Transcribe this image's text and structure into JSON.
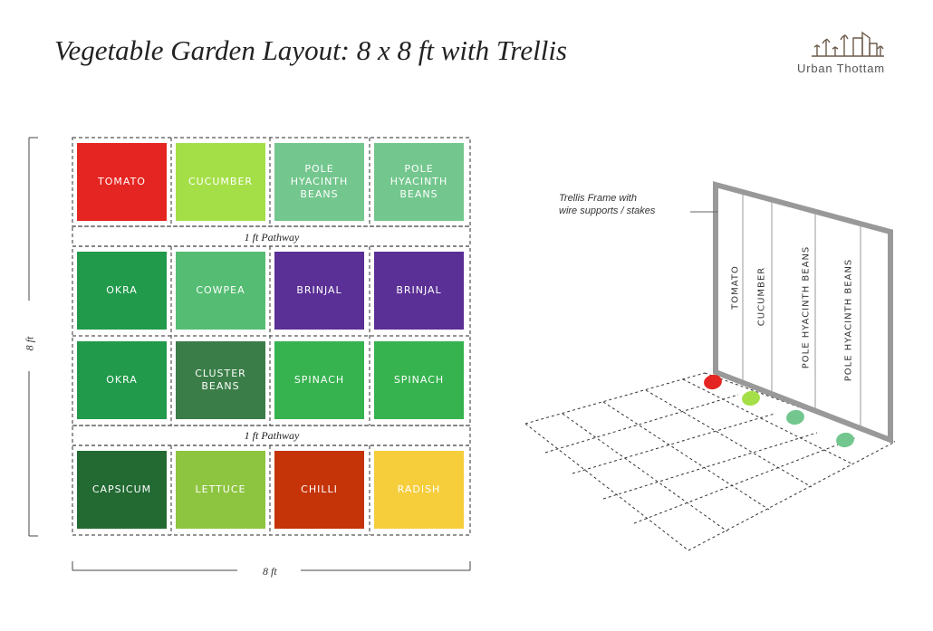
{
  "title": "Vegetable Garden Layout: 8 x 8 ft with Trellis",
  "logo": {
    "text": "Urban Thottam",
    "icon": "plants-and-buildings-icon"
  },
  "dimensions": {
    "height_label": "8 ft",
    "width_label": "8 ft"
  },
  "pathways": [
    "1 ft Pathway",
    "1 ft Pathway"
  ],
  "rows": [
    [
      {
        "label": "TOMATO",
        "color": "#e52521"
      },
      {
        "label": "CUCUMBER",
        "color": "#a5df47"
      },
      {
        "label": "POLE HYACINTH BEANS",
        "color": "#73c78e"
      },
      {
        "label": "POLE HYACINTH BEANS",
        "color": "#73c78e"
      }
    ],
    [
      {
        "label": "OKRA",
        "color": "#219a4b"
      },
      {
        "label": "COWPEA",
        "color": "#55bd73"
      },
      {
        "label": "BRINJAL",
        "color": "#5a2f96"
      },
      {
        "label": "BRINJAL",
        "color": "#5a2f96"
      }
    ],
    [
      {
        "label": "OKRA",
        "color": "#219a4b"
      },
      {
        "label": "CLUSTER BEANS",
        "color": "#3a7d48"
      },
      {
        "label": "SPINACH",
        "color": "#36b34f"
      },
      {
        "label": "SPINACH",
        "color": "#36b34f"
      }
    ],
    [
      {
        "label": "CAPSICUM",
        "color": "#226a32"
      },
      {
        "label": "LETTUCE",
        "color": "#8dc540"
      },
      {
        "label": "CHILLI",
        "color": "#c53309"
      },
      {
        "label": "RADISH",
        "color": "#f6cd3b"
      }
    ]
  ],
  "trellis": {
    "label_line1": "Trellis Frame with",
    "label_line2": "wire supports / stakes",
    "crops": [
      "TOMATO",
      "CUCUMBER",
      "POLE  HYACINTH BEANS",
      "POLE  HYACINTH BEANS"
    ],
    "dot_colors": [
      "#e52521",
      "#a5df47",
      "#73c78e",
      "#73c78e"
    ],
    "frame_color": "#999999"
  }
}
